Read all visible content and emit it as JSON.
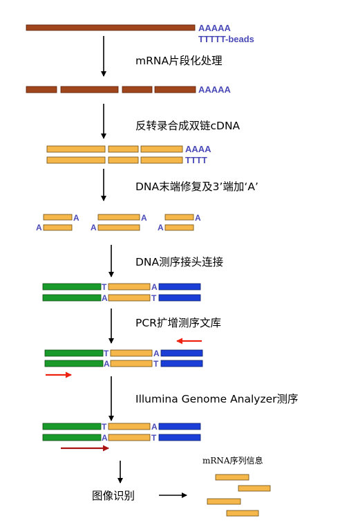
{
  "colors": {
    "mrna": "#a0461c",
    "cdna": "#f6b74a",
    "adapter_left": "#1a9a2a",
    "adapter_right": "#1b3fd6",
    "base_text": "#4a4ab8",
    "primer_red": "#ee2211",
    "primer_dark": "#aa1111",
    "arrow": "#000000"
  },
  "labels": {
    "polya": "AAAAA",
    "beads": "TTTTT-beads",
    "polya_frag": "AAAAA",
    "aaaa": "AAAA",
    "tttt": "TTTT",
    "base_a": "A",
    "base_t": "T"
  },
  "steps": {
    "s1": "mRNA片段化处理",
    "s2": "反转录合成双链cDNA",
    "s3": "DNA末端修复及3’端加‘A’",
    "s4": "DNA测序接头连接",
    "s5": "PCR扩增测序文库",
    "s6": "Illumina Genome Analyzer测序",
    "s7": "图像识别",
    "result": "mRNA序列信息"
  }
}
